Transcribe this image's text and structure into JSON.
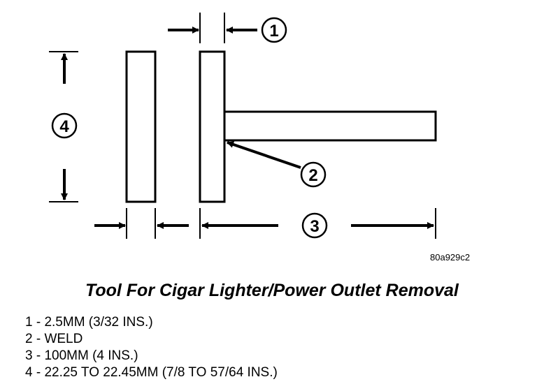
{
  "figure_id": "80a929c2",
  "caption": "Tool For Cigar Lighter/Power Outlet Removal",
  "callouts": [
    "1",
    "2",
    "3",
    "4"
  ],
  "legend": [
    "1 - 2.5MM (3/32 INS.)",
    "2 - WELD",
    "3 - 100MM (4 INS.)",
    "4 - 22.25 TO 22.45MM (7/8 TO 57/64 INS.)"
  ],
  "colors": {
    "line": "#000000",
    "background": "#ffffff"
  }
}
